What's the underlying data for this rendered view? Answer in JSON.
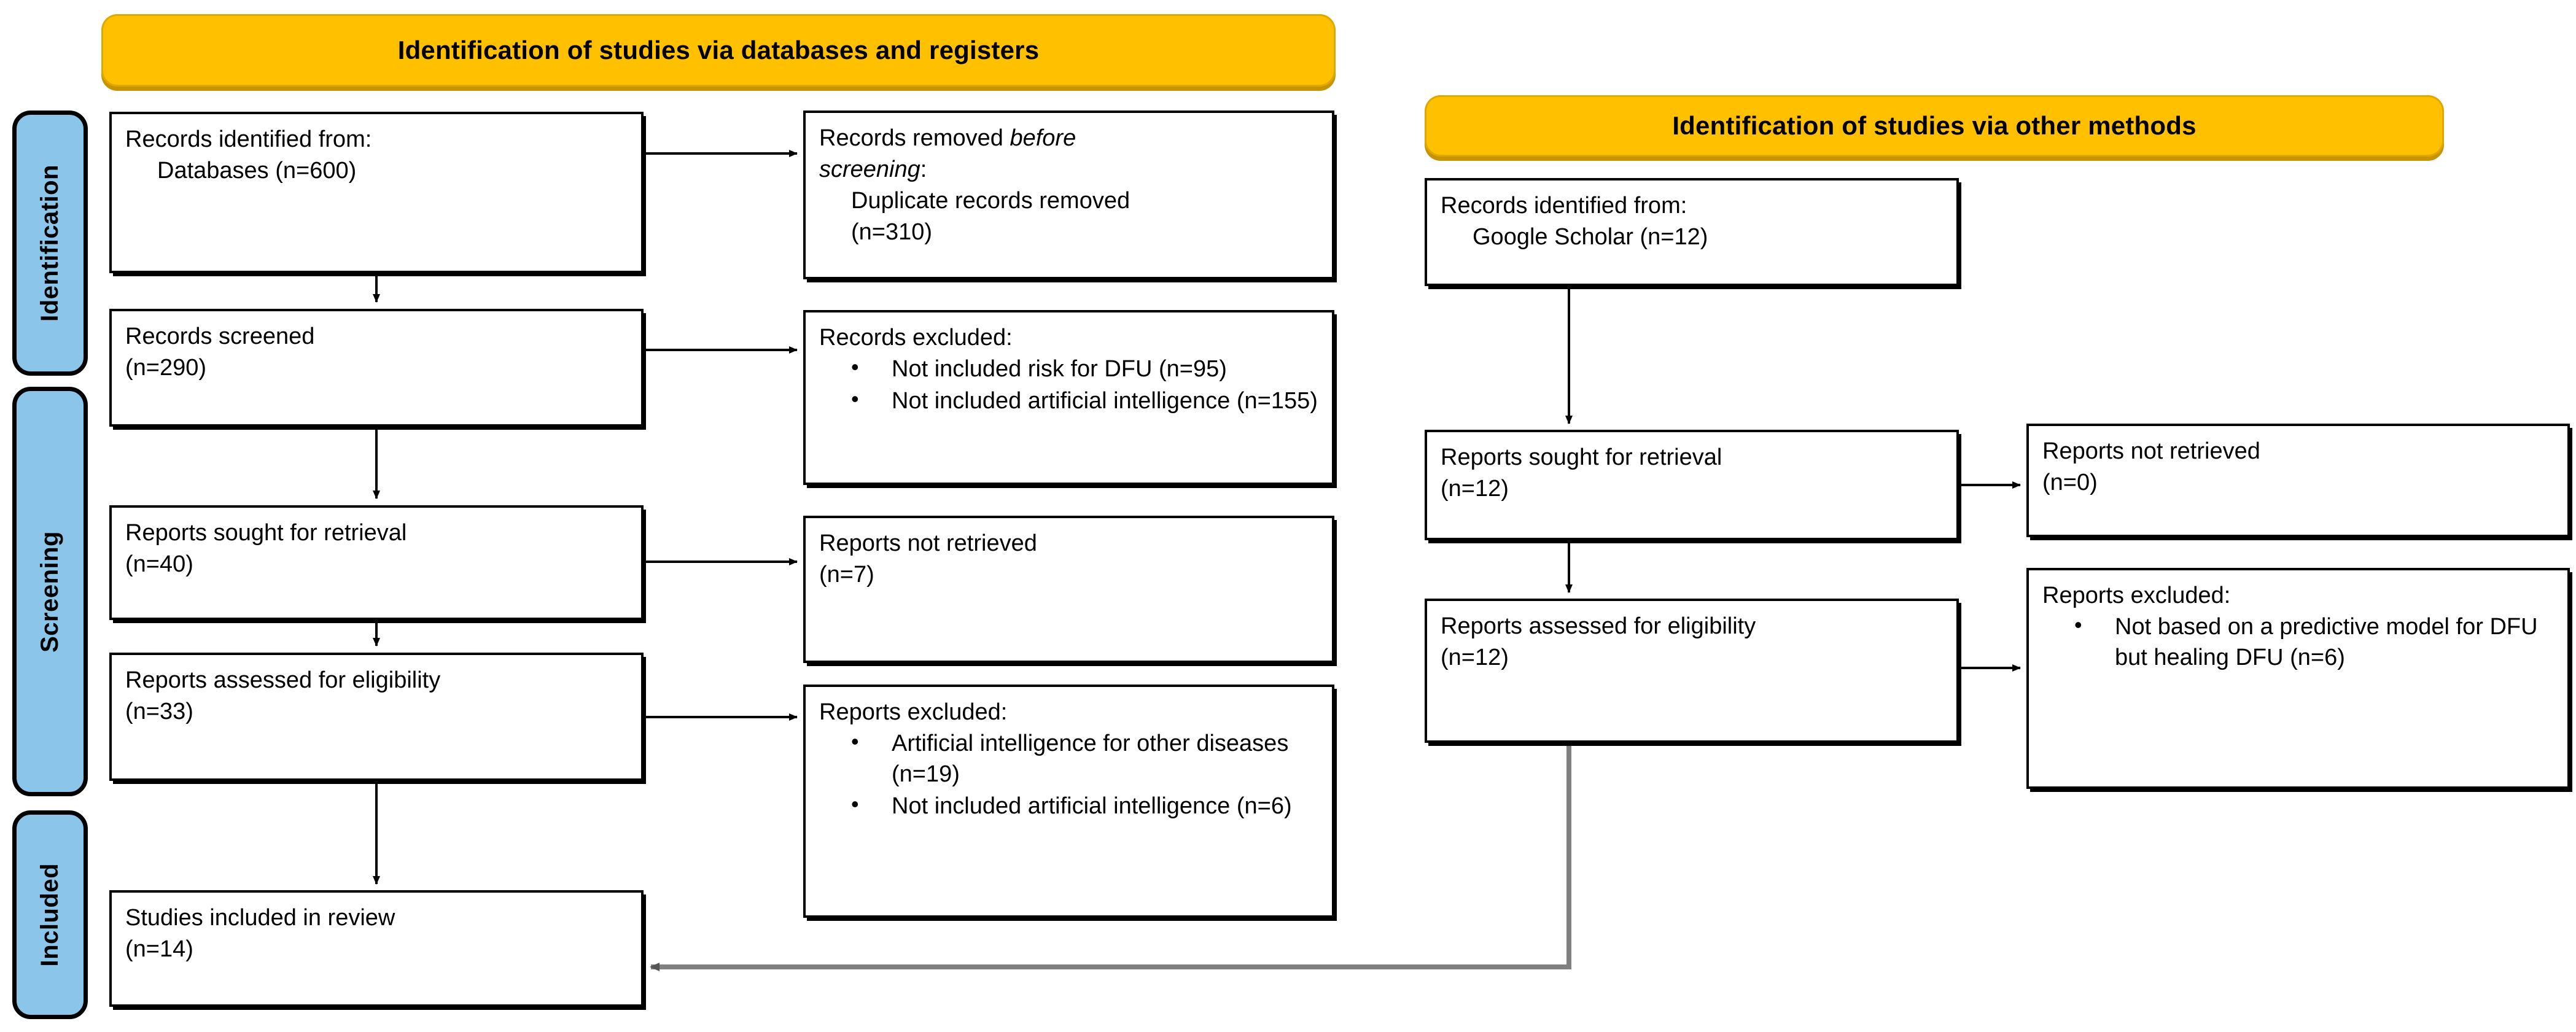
{
  "diagram": {
    "type": "prisma-flow-diagram",
    "banners": {
      "databases": "Identification of studies via databases and registers",
      "other_methods": "Identification of studies via other methods"
    },
    "stages": {
      "identification": "Identification",
      "screening": "Screening",
      "included": "Included"
    },
    "databases_flow": {
      "records_identified": {
        "line1": "Records identified from:",
        "line2": "Databases (n=600)"
      },
      "records_removed": {
        "line1_a": "Records removed ",
        "line1_em": "before",
        "line2_em": "screening",
        "line2_b": ":",
        "line3": "Duplicate records removed",
        "line4": "(n=310)"
      },
      "records_screened": {
        "line1": "Records screened",
        "line2": "(n=290)"
      },
      "records_excluded": {
        "title": "Records excluded:",
        "bullets": [
          "Not included risk for DFU (n=95)",
          "Not included artificial intelligence (n=155)"
        ]
      },
      "reports_sought": {
        "line1": "Reports sought for retrieval",
        "line2": "(n=40)"
      },
      "reports_not_retrieved": {
        "line1": "Reports not retrieved",
        "line2": "(n=7)"
      },
      "reports_assessed": {
        "line1": "Reports assessed for eligibility",
        "line2": "(n=33)"
      },
      "reports_excluded": {
        "title": "Reports excluded:",
        "bullets": [
          "Artificial intelligence for other diseases (n=19)",
          "Not included artificial intelligence (n=6)"
        ]
      },
      "studies_included": {
        "line1": "Studies included in review",
        "line2": "(n=14)"
      }
    },
    "other_methods_flow": {
      "records_identified": {
        "line1": "Records identified from:",
        "line2": "Google Scholar (n=12)"
      },
      "reports_sought": {
        "line1": "Reports sought for retrieval",
        "line2": "(n=12)"
      },
      "reports_not_retrieved": {
        "line1": "Reports not retrieved",
        "line2": "(n=0)"
      },
      "reports_assessed": {
        "line1": "Reports assessed for eligibility",
        "line2": "(n=12)"
      },
      "reports_excluded": {
        "title": "Reports excluded:",
        "bullets": [
          "Not based on a predictive model for DFU but healing DFU (n=6)"
        ]
      }
    },
    "colors": {
      "banner_fill": "#FFC000",
      "banner_shadow": "#C59400",
      "stage_pill_fill": "#8CC5EA",
      "box_border": "#000000",
      "connector": "#000000",
      "cross_connector": "#808080"
    }
  }
}
